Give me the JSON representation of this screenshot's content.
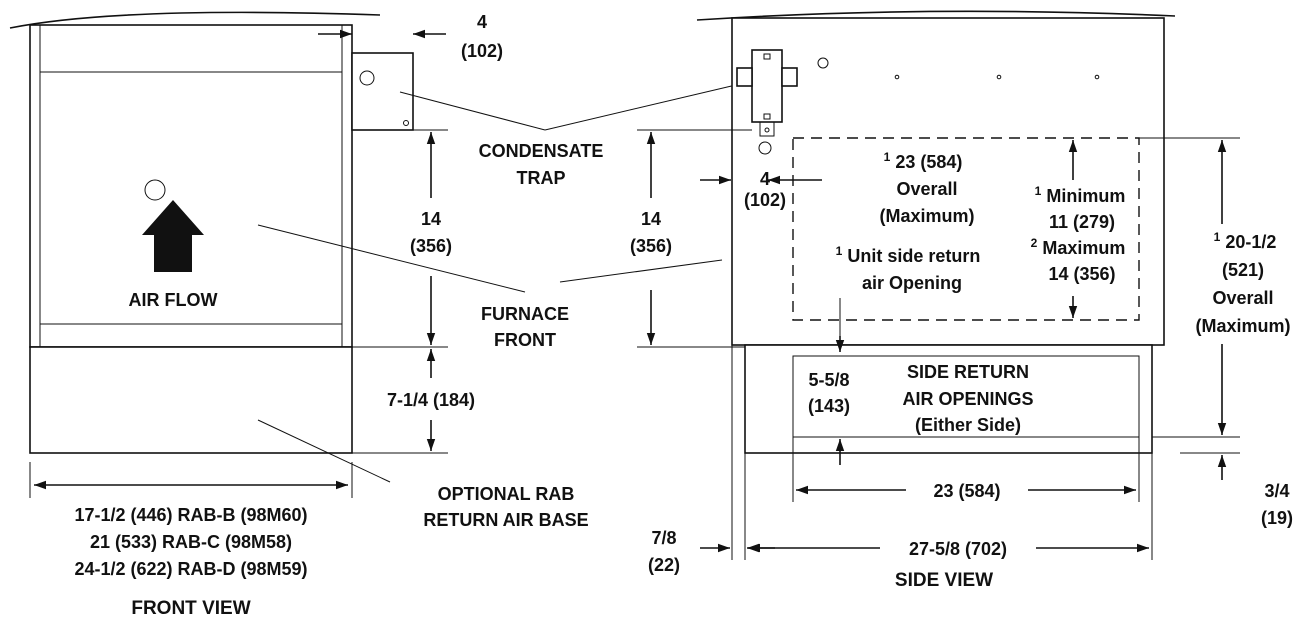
{
  "front_view": {
    "title": "FRONT VIEW",
    "air_flow": "AIR FLOW",
    "width_options": [
      "17-1/2 (446) RAB-B (98M60)",
      "21 (533) RAB-C (98M58)",
      "24-1/2 (622) RAB-D (98M59)"
    ],
    "base_height": "7-1/4 (184)",
    "trap_height": {
      "value": "14",
      "metric": "(356)"
    },
    "trap_offset": {
      "value": "4",
      "metric": "(102)"
    }
  },
  "callouts": {
    "condensate_trap": [
      "CONDENSATE",
      "TRAP"
    ],
    "furnace_front": [
      "FURNACE",
      "FRONT"
    ],
    "optional_rab": [
      "OPTIONAL RAB",
      "RETURN AIR BASE"
    ]
  },
  "side_view": {
    "title": "SIDE VIEW",
    "trap_height": {
      "value": "14",
      "metric": "(356)"
    },
    "trap_offset": {
      "value": "4",
      "metric": "(102)"
    },
    "unit_opening_width": {
      "note": "1",
      "value": "23 (584)",
      "lines": [
        "Overall",
        "(Maximum)"
      ]
    },
    "unit_opening_label": {
      "note": "1",
      "lines": [
        "Unit side return",
        "air Opening"
      ]
    },
    "unit_opening_minimum": {
      "note": "1",
      "label": "Minimum",
      "value": "11 (279)"
    },
    "unit_opening_maximum": {
      "note": "2",
      "label": "Maximum",
      "value": "14 (356)"
    },
    "overall_height": {
      "note": "1",
      "lines": [
        "20-1/2",
        "(521)",
        "Overall",
        "(Maximum)"
      ]
    },
    "base_opening_height": {
      "value": "5-5/8",
      "metric": "(143)"
    },
    "base_opening_label": [
      "SIDE RETURN",
      "AIR OPENINGS",
      "(Either Side)"
    ],
    "base_opening_width": "23 (584)",
    "bottom_offset": {
      "value": "3/4",
      "metric": "(19)"
    },
    "base_offset": {
      "value": "7/8",
      "metric": "(22)"
    },
    "base_depth": "27-5/8 (702)"
  }
}
